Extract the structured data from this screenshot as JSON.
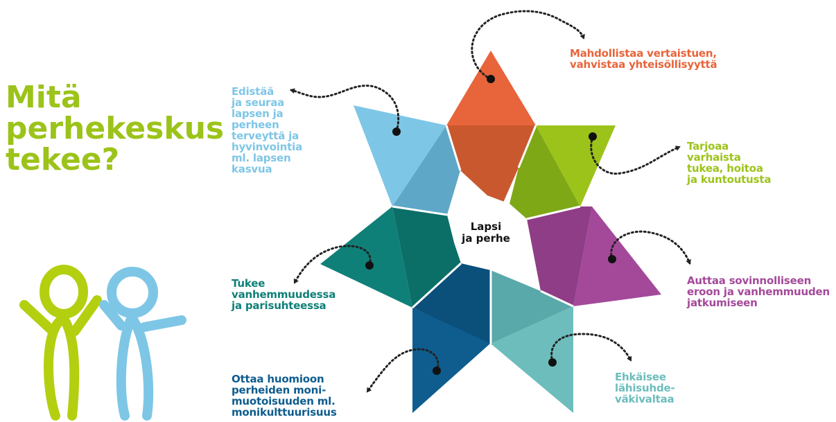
{
  "title_lines": [
    "Mitä",
    "perhekeskus",
    "tekee?"
  ],
  "center_lines": [
    "Lapsi",
    "ja perhe"
  ],
  "colors": {
    "title": "#9cc31a",
    "orange": "#e8643a",
    "green": "#9cc31a",
    "purple": "#a4499a",
    "light_teal": "#6dbdbd",
    "dark_blue": "#0e5d8e",
    "dark_teal": "#0f8078",
    "light_blue": "#7ec6e6"
  },
  "labels": {
    "orange": [
      "Mahdollistaa vertaistuen,",
      "vahvistaa yhteisöllisyyttä"
    ],
    "green": [
      "Tarjoaa",
      "varhaista",
      "tukea, hoitoa",
      "ja kuntoutusta"
    ],
    "purple": [
      "Auttaa sovinnolliseen",
      "eroon ja vanhemmuuden",
      "jatkumiseen"
    ],
    "light_teal": [
      "Ehkäisee",
      "lähisuhde-",
      "väkivaltaa"
    ],
    "dark_blue": [
      "Ottaa huomioon",
      "perheiden moni-",
      "muotoisuuden ml.",
      "monikulttuurisuus"
    ],
    "dark_teal": [
      "Tukee",
      "vanhemmuudessa",
      "ja parisuhteessa"
    ],
    "light_blue": [
      "Edistää",
      "ja seuraa",
      "lapsen ja",
      "perheen",
      "terveyttä ja",
      "hyvinvointia",
      "ml. lapsen",
      "kasvua"
    ]
  }
}
